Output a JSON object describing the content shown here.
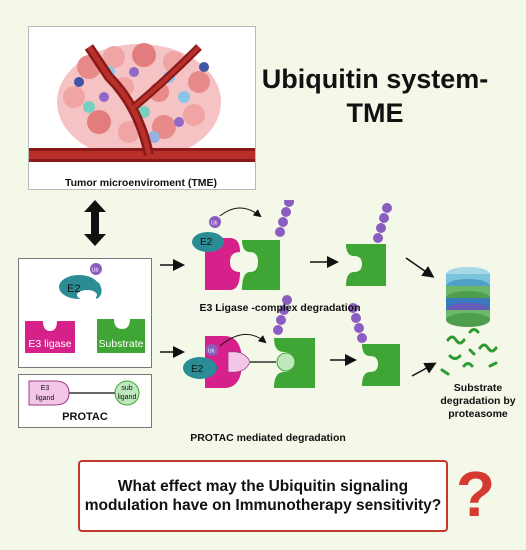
{
  "title": "Ubiquitin system-\nTME",
  "tme_caption": "Tumor microenviroment (TME)",
  "legend": {
    "e2": "E2",
    "ub": "Ub",
    "e3_ligase": "E3 ligase",
    "substrate": "Substrate"
  },
  "protac": {
    "label": "PROTAC",
    "e3_ligand": "E3\nligand",
    "sub_ligand": "sub\nligand"
  },
  "e3_pathway_caption": "E3 Ligase -complex degradation",
  "protac_pathway_caption": "PROTAC mediated degradation",
  "proteasome_caption": "Substrate\ndegradation by\nproteasome",
  "question": "What effect may the Ubiquitin signaling modulation have on Immunotherapy sensitivity?",
  "question_mark": "?",
  "colors": {
    "e3": "#d6208a",
    "substrate": "#3fa535",
    "e2": "#2a8d96",
    "ub": "#8a5ec0",
    "question_mark": "#d43a2f",
    "question_border": "#c0392b",
    "background": "#f4f8e8"
  }
}
